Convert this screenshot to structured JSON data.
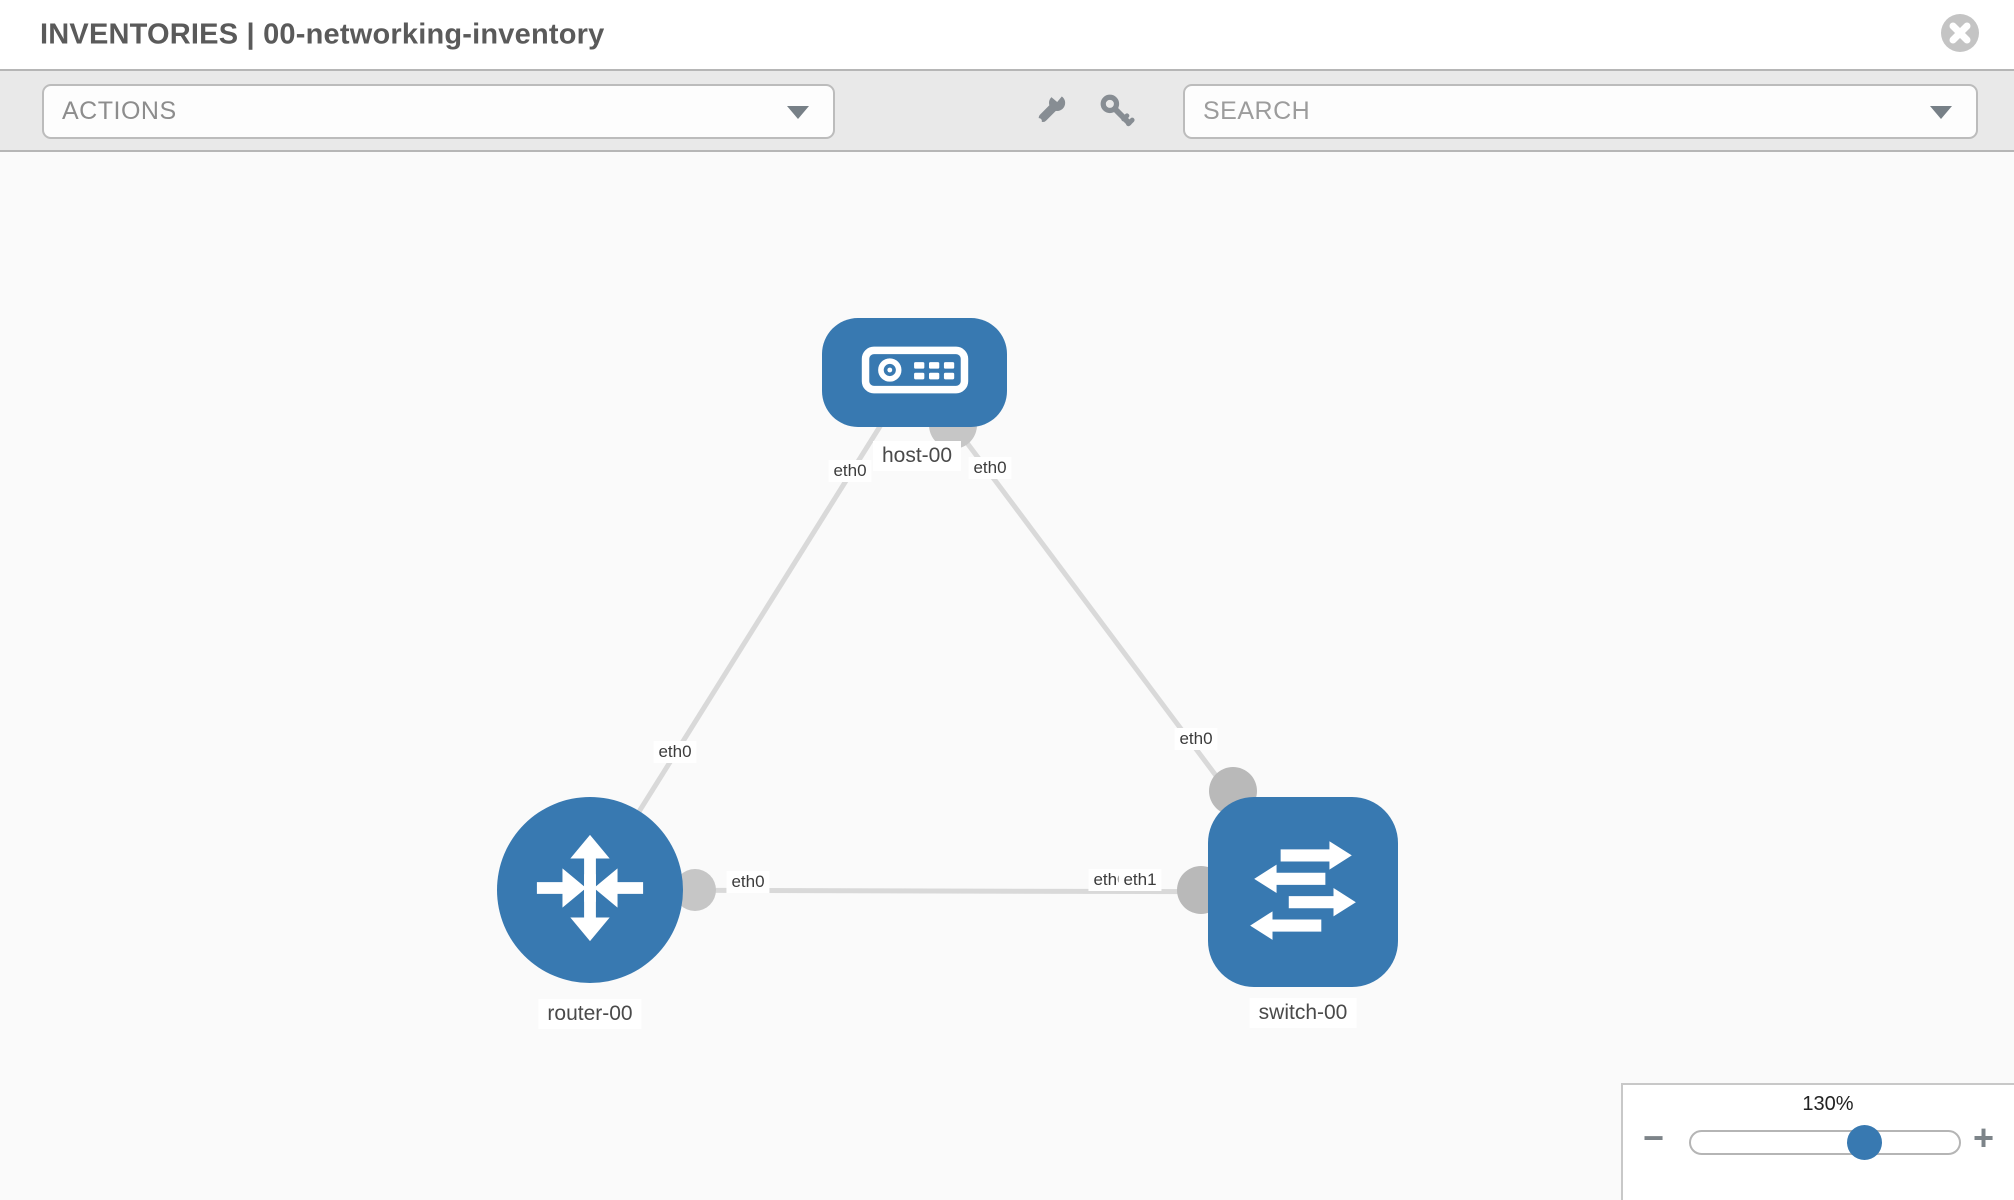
{
  "header": {
    "title": "INVENTORIES | 00-networking-inventory"
  },
  "toolbar": {
    "actions_label": "ACTIONS",
    "search_placeholder": "SEARCH",
    "icons": [
      "wrench-icon",
      "key-icon"
    ]
  },
  "topology": {
    "nodes": [
      {
        "id": "host-00",
        "type": "host",
        "label": "host-00"
      },
      {
        "id": "router-00",
        "type": "router",
        "label": "router-00"
      },
      {
        "id": "switch-00",
        "type": "switch",
        "label": "switch-00"
      }
    ],
    "links": [
      {
        "from": "host-00",
        "from_interface": "eth0",
        "to": "router-00",
        "to_interface": "eth0"
      },
      {
        "from": "host-00",
        "from_interface": "eth0",
        "to": "switch-00",
        "to_interface": "eth0"
      },
      {
        "from": "router-00",
        "from_interface": "eth0",
        "to": "switch-00",
        "to_interface": "eth1"
      }
    ],
    "interface_labels": {
      "host_to_router_near_host": "eth0",
      "host_to_router_near_router": "eth0",
      "host_to_switch_near_host": "eth0",
      "host_to_switch_near_switch": "eth0",
      "router_to_switch_near_router": "eth0",
      "router_to_switch_near_switch_hidden": "eth0",
      "router_to_switch_near_switch": "eth1"
    }
  },
  "zoom_control": {
    "value": "130%",
    "percent": 130,
    "minus_glyph": "−",
    "plus_glyph": "+"
  },
  "colors": {
    "node_blue": "#3879b1",
    "link_gray": "#d9d9d9",
    "port_gray": "#c6c6c6",
    "port_gray_dark": "#b9b9b9",
    "canvas_bg": "#fafafa",
    "toolbar_bg": "#e9e9e9",
    "title_text": "#5a5a5a"
  }
}
